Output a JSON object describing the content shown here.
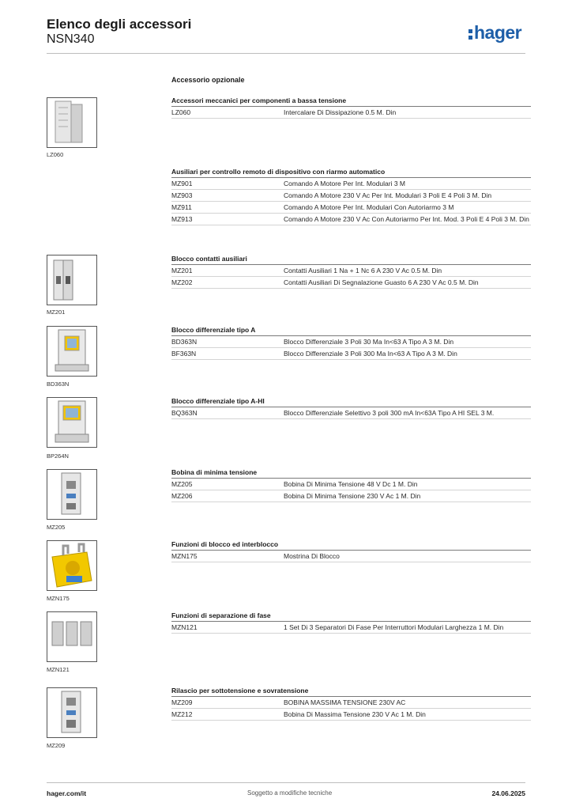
{
  "header": {
    "title": "Elenco degli accessori",
    "subtitle": "NSN340",
    "logo_text": "hager",
    "brand_color": "#1d5ea8"
  },
  "optional_title": "Accessorio opzionale",
  "sections": [
    {
      "title": "Accessori meccanici per componenti a bassa tensione",
      "rows": [
        {
          "code": "LZ060",
          "desc": "Intercalare Di Dissipazione 0.5 M. Din"
        }
      ]
    },
    {
      "title": "Ausiliari per controllo remoto di dispositivo con riarmo automatico",
      "rows": [
        {
          "code": "MZ901",
          "desc": "Comando A Motore Per Int. Modulari 3 M"
        },
        {
          "code": "MZ903",
          "desc": "Comando A Motore 230 V Ac Per Int. Modulari 3 Poli E 4 Poli 3 M. Din"
        },
        {
          "code": "MZ911",
          "desc": "Comando A Motore Per Int. Modulari Con Autoriarmo 3 M"
        },
        {
          "code": "MZ913",
          "desc": "Comando A Motore 230 V Ac Con Autoriarmo Per Int. Mod. 3 Poli E 4 Poli 3 M. Din"
        }
      ]
    },
    {
      "title": "Blocco contatti ausiliari",
      "rows": [
        {
          "code": "MZ201",
          "desc": "Contatti Ausiliari 1 Na + 1 Nc 6 A 230 V Ac 0.5 M. Din"
        },
        {
          "code": "MZ202",
          "desc": "Contatti Ausiliari Di Segnalazione Guasto 6 A 230 V Ac 0.5 M. Din"
        }
      ]
    },
    {
      "title": "Blocco differenziale tipo A",
      "rows": [
        {
          "code": "BD363N",
          "desc": "Blocco Differenziale 3 Poli 30 Ma In<63 A Tipo A 3 M. Din"
        },
        {
          "code": "BF363N",
          "desc": "Blocco Differenziale 3 Poli 300 Ma In<63 A Tipo A 3 M. Din"
        }
      ]
    },
    {
      "title": "Blocco differenziale tipo A-HI",
      "rows": [
        {
          "code": "BQ363N",
          "desc": "Blocco Differenziale Selettivo 3 poli 300 mA In<63A Tipo A HI SEL 3 M."
        }
      ]
    },
    {
      "title": "Bobina di minima tensione",
      "rows": [
        {
          "code": "MZ205",
          "desc": "Bobina Di Minima Tensione 48 V Dc 1 M. Din"
        },
        {
          "code": "MZ206",
          "desc": "Bobina Di Minima Tensione 230 V Ac 1 M. Din"
        }
      ]
    },
    {
      "title": "Funzioni di blocco ed interblocco",
      "rows": [
        {
          "code": "MZN175",
          "desc": "Mostrina Di Blocco"
        }
      ]
    },
    {
      "title": "Funzioni di separazione di fase",
      "rows": [
        {
          "code": "MZN121",
          "desc": "1 Set Di 3 Separatori Di Fase Per Interruttori Modulari Larghezza 1 M. Din"
        }
      ]
    },
    {
      "title": "Rilascio per sottotensione e sovratensione",
      "rows": [
        {
          "code": "MZ209",
          "desc": "BOBINA MASSIMA TENSIONE 230V AC"
        },
        {
          "code": "MZ212",
          "desc": "Bobina Di Massima Tensione 230 V Ac 1 M. Din"
        }
      ]
    }
  ],
  "thumbnails": [
    {
      "label": "LZ060",
      "icon": "spacer-module-icon"
    },
    {
      "label": "MZ201",
      "icon": "auxiliary-contact-icon"
    },
    {
      "label": "BD363N",
      "icon": "rcd-block-icon"
    },
    {
      "label": "BP264N",
      "icon": "rcd-block-hi-icon"
    },
    {
      "label": "MZ205",
      "icon": "undervoltage-coil-icon"
    },
    {
      "label": "MZN175",
      "icon": "lock-cover-icon"
    },
    {
      "label": "MZN121",
      "icon": "phase-separator-icon"
    },
    {
      "label": "MZ209",
      "icon": "overvoltage-release-icon"
    }
  ],
  "footer": {
    "site": "hager.com/it",
    "note": "Soggetto a modifiche tecniche",
    "date": "24.06.2025"
  }
}
